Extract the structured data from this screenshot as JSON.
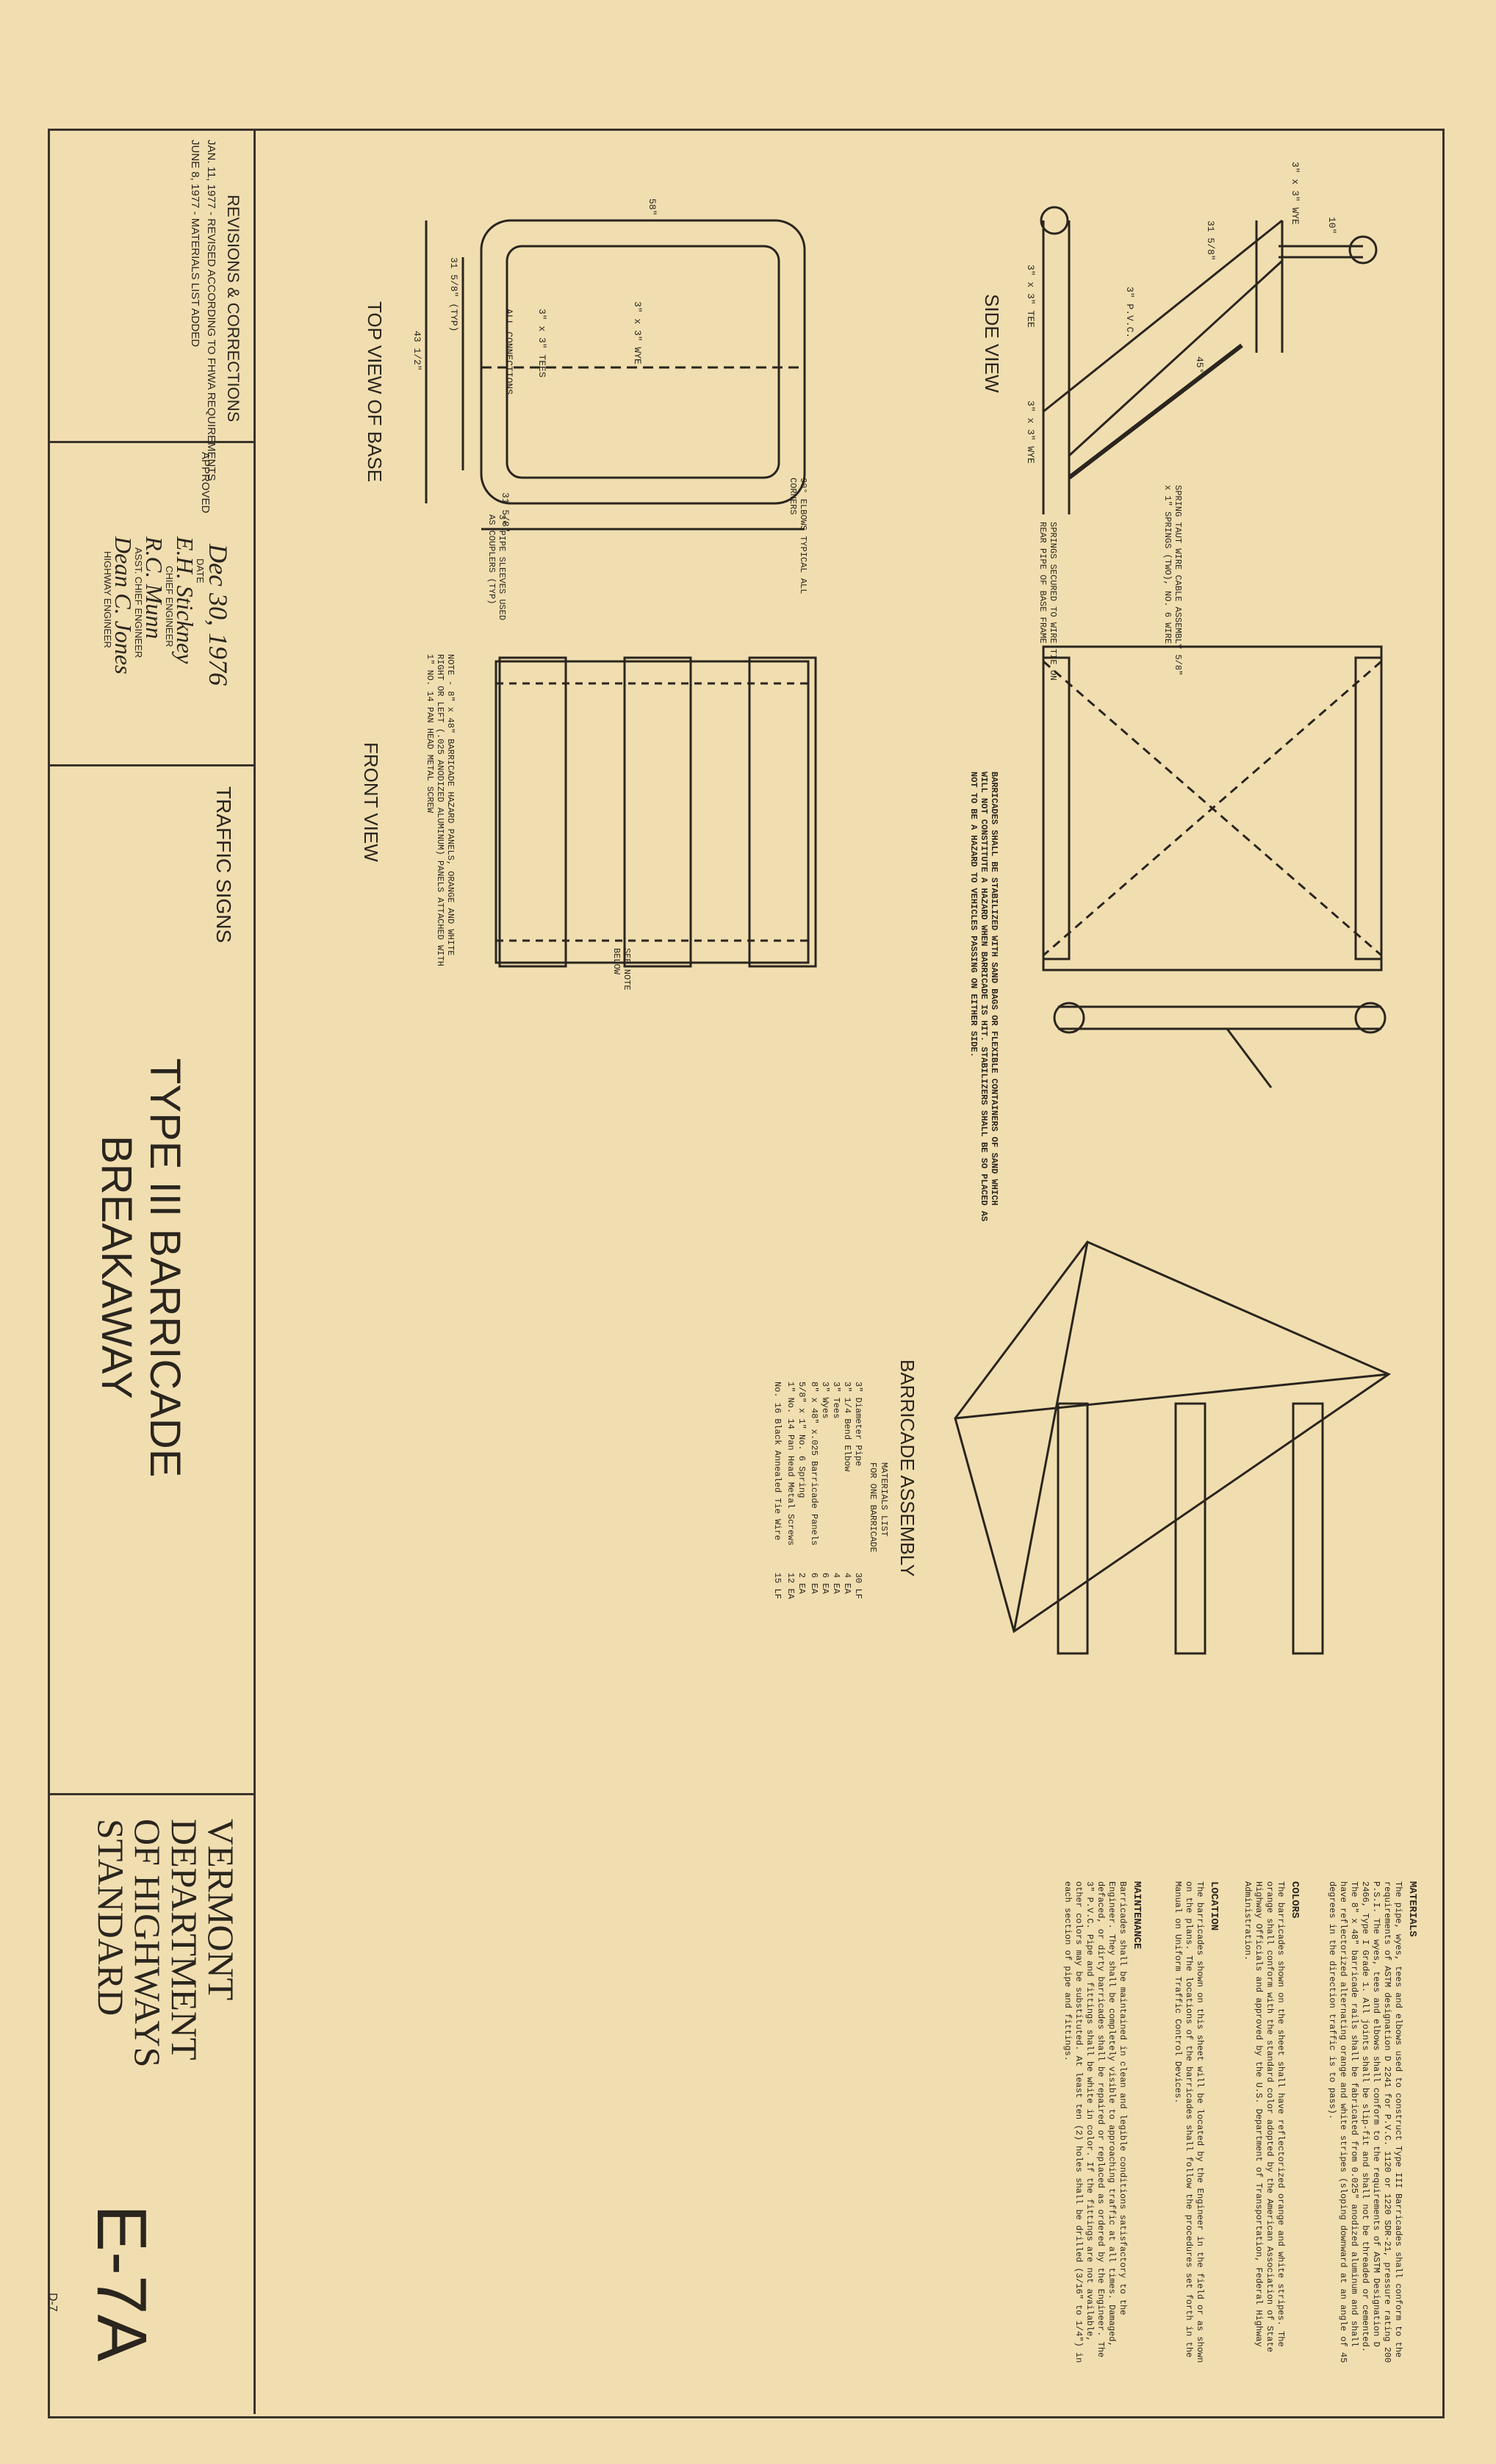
{
  "drawing_title": {
    "line1": "TYPE III BARRICADE",
    "line2": "BREAKAWAY"
  },
  "category": "TRAFFIC SIGNS",
  "agency": {
    "line1": "VERMONT",
    "line2": "DEPARTMENT",
    "line3": "OF HIGHWAYS",
    "line4": "STANDARD"
  },
  "standard_number": "E-7A",
  "sheet_ref": "D-7",
  "revisions": {
    "heading": "REVISIONS & CORRECTIONS",
    "items": [
      "JAN. 11, 1977 - REVISED ACCORDING TO FHWA REQUIREMENTS",
      "JUNE 8, 1977 - MATERIALS LIST ADDED"
    ]
  },
  "approval": {
    "approved_label": "APPROVED",
    "date_value": "Dec 30, 1976",
    "date_label": "DATE",
    "signatures": [
      {
        "name": "E.H. Stickney",
        "title": "CHIEF ENGINEER"
      },
      {
        "name": "R.C. Munn",
        "title": "ASST. CHIEF ENGINEER"
      },
      {
        "name": "Dean C. Jones",
        "title": "HIGHWAY ENGINEER"
      }
    ]
  },
  "views": {
    "side": "SIDE VIEW",
    "top": "TOP VIEW OF BASE",
    "front": "FRONT VIEW",
    "assembly": "BARRICADE ASSEMBLY"
  },
  "side_labels": {
    "wye_top": "3\" x 3\" WYE",
    "dim_10": "10\"",
    "dim_31": "31 5/8\"",
    "pvc": "3\" P.V.C.",
    "angle": "45°",
    "tee": "3\" x 3\" TEE",
    "wye_bottom": "3\" x 3\" WYE",
    "spring": "SPRING TAUT WIRE CABLE ASSEMBLY 5/8\" x 1\" SPRINGS (TWO), NO. 6 WIRE",
    "spring_note": "SPRINGS SECURED TO WIRE TIE ON REAR PIPE OF BASE FRAME"
  },
  "top_labels": {
    "dim_58": "58\"",
    "tees": "3\" x 3\" TEES",
    "connections": "ALL CONNECTIONS",
    "wye": "3\" x 3\" WYE",
    "dim_31a": "31 5/8\" (TYP)",
    "dim_43": "43 1/2\"",
    "dim_31b": "31 5/8\"",
    "elbows": "90° ELBOWS TYPICAL ALL CORNERS",
    "sleeves": "3\" PIPE SLEEVES USED AS COUPLERS (TYP)"
  },
  "front_labels": {
    "note": "NOTE - 8\" x 48\" BARRICADE HAZARD PANELS, ORANGE AND WHITE RIGHT OR LEFT (.025 ANODIZED ALUMINUM) PANELS ATTACHED WITH 1\" NO. 14 PAN HEAD METAL SCREW",
    "see_note": "SEE NOTE BELOW"
  },
  "stabilize_note": "BARRICADES SHALL BE STABILIZED WITH SAND BAGS OR FLEXIBLE CONTAINERS OF SAND WHICH WILL NOT CONSTITUTE A HAZARD WHEN BARRICADE IS HIT. STABILIZERS SHALL BE SO PLACED AS NOT TO BE A HAZARD TO VEHICLES PASSING ON EITHER SIDE.",
  "materials": {
    "heading": "MATERIALS LIST",
    "subheading": "FOR ONE BARRICADE",
    "items": [
      {
        "item": "3\" Diameter Pipe",
        "qty": "30 LF"
      },
      {
        "item": "3\" 1/4 Bend Elbow",
        "qty": "4 EA"
      },
      {
        "item": "3\" Tees",
        "qty": "4 EA"
      },
      {
        "item": "3\" Wyes",
        "qty": "6 EA"
      },
      {
        "item": "8\" x 48\" x.025 Barricade Panels",
        "qty": "6 EA"
      },
      {
        "item": "5/8\" x 1\" No. 6 Spring",
        "qty": "2 EA"
      },
      {
        "item": "1\" No. 14 Pan Head Metal Screws",
        "qty": "12 EA"
      },
      {
        "item": "No. 16 Black Annealed Tie Wire",
        "qty": "15 LF"
      }
    ]
  },
  "specs": [
    {
      "heading": "MATERIALS",
      "body": "The pipe, wyes, tees and elbows used to construct Type III Barricades shall conform to the requirements of ASTM designation D 2241 for P.V.C. 1120 or 1220 SDR-21, pressure rating 200 P.S.I. The wyes, tees and elbows shall conform to the requirements of ASTM Designation D 2466, Type I Grade 1. All joints shall be slip-fit and shall not be threaded or cemented. The 8\" x 48\" barricade rails shall be fabricated from 0.025\" anodized aluminum and shall have reflectorized alternating orange and white stripes (sloping downward at an angle of 45 degrees in the direction traffic is to pass)."
    },
    {
      "heading": "COLORS",
      "body": "The barricades shown on the sheet shall have reflectorized orange and white stripes. The orange shall conform with the standard color adopted by the American Association of State Highway Officials and approved by the U.S. Department of Transportation, Federal Highway Administration."
    },
    {
      "heading": "LOCATION",
      "body": "The barricades shown on this sheet will be located by the Engineer in the field or as shown on the plans. The locations of the barricades shall follow the procedures set forth in the Manual on Uniform Traffic Control Devices."
    },
    {
      "heading": "MAINTENANCE",
      "body": "Barricades shall be maintained in clean and legible conditions satisfactory to the Engineer. They shall be completely visible to approaching traffic at all times. Damaged, defaced, or dirty barricades shall be repaired or replaced as ordered by the Engineer. The 3\" P.V.C. Pipe and fittings shall be white in color. If the fittings are not available, other colors may be substituted. At least ten (2) holes shall be drilled (3/16\" to 1/4\") in each section of pipe and fittings."
    }
  ],
  "colors": {
    "paper": "#f1deb0",
    "ink": "#2a251e",
    "pipe": "#a79a82"
  }
}
